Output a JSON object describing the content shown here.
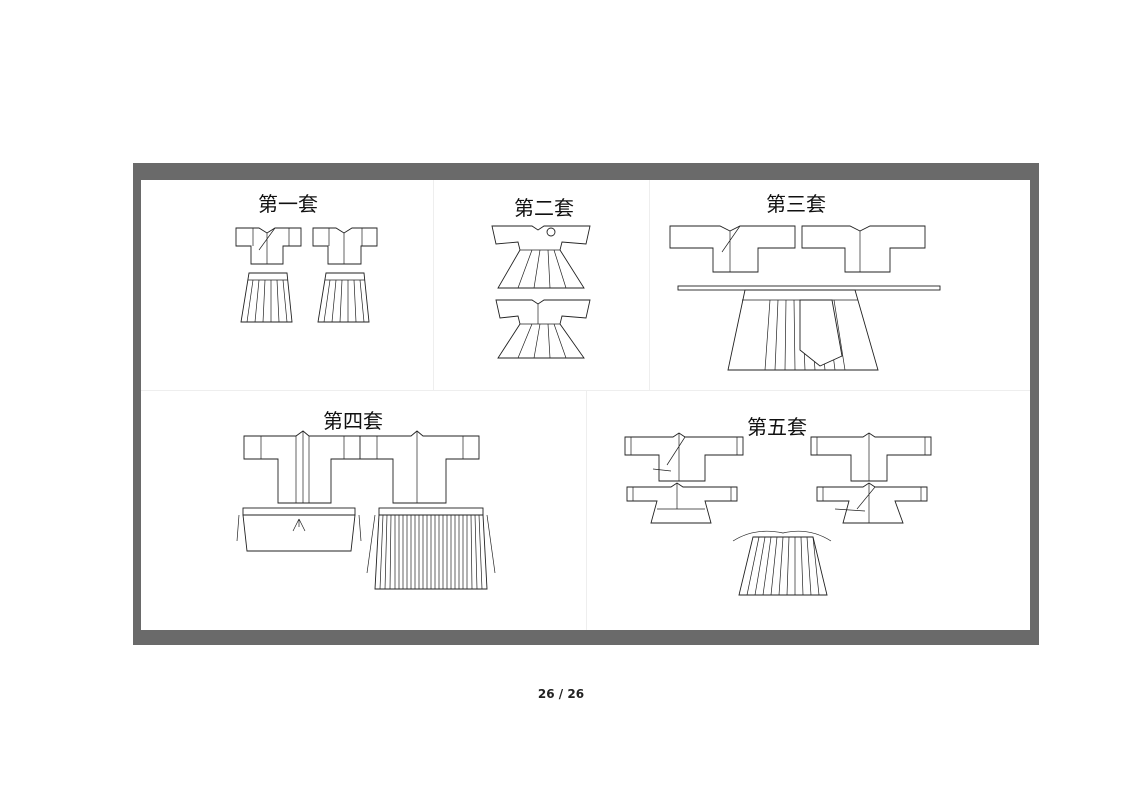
{
  "sets": [
    {
      "title": "第一套",
      "icon": "hanfu-set-1-illustration"
    },
    {
      "title": "第二套",
      "icon": "hanfu-set-2-illustration"
    },
    {
      "title": "第三套",
      "icon": "hanfu-set-3-illustration"
    },
    {
      "title": "第四套",
      "icon": "hanfu-set-4-illustration"
    },
    {
      "title": "第五套",
      "icon": "hanfu-set-5-illustration"
    }
  ],
  "footer": {
    "page_indicator": "26 / 26"
  }
}
